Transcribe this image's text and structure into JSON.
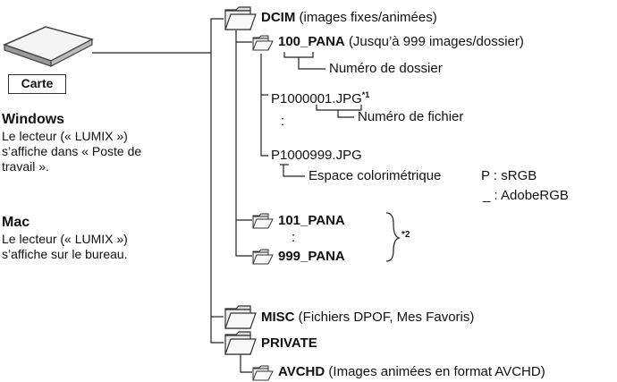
{
  "card": {
    "label": "Carte"
  },
  "windows": {
    "heading": "Windows",
    "text_lines": [
      "Le lecteur (« LUMIX »)",
      "s’affiche dans « Poste de",
      "travail »."
    ]
  },
  "mac": {
    "heading": "Mac",
    "text_lines": [
      "Le lecteur (« LUMIX »)",
      "s’affiche sur le bureau."
    ]
  },
  "tree": {
    "dcim": {
      "name": "DCIM",
      "desc": "(images fixes/animées)"
    },
    "pana100": {
      "name": "100_PANA",
      "desc": "(Jusqu’à 999 images/dossier)"
    },
    "folder_number_label": "Numéro de dossier",
    "file_first": "P1000001.JPG",
    "file_first_note": "*1",
    "file_number_label": "Numéro de fichier",
    "colon": ":",
    "file_last": "P1000999.JPG",
    "colorspace_label": "Espace colorimétrique",
    "colorspace_p": "P :  sRGB",
    "colorspace_u": "_ : AdobeRGB",
    "pana101": {
      "name": "101_PANA"
    },
    "pana999": {
      "name": "999_PANA"
    },
    "note2": "*2",
    "misc": {
      "name": "MISC",
      "desc": "(Fichiers DPOF, Mes Favoris)"
    },
    "private": {
      "name": "PRIVATE"
    },
    "avchd": {
      "name": "AVCHD",
      "desc": "(Images animées en format AVCHD)"
    }
  }
}
